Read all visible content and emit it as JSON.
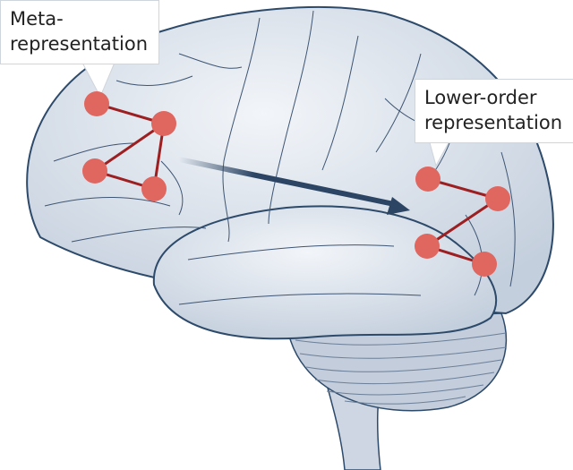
{
  "labels": {
    "meta": [
      "Meta-",
      "representation"
    ],
    "lower": [
      "Lower-order",
      "representation"
    ]
  },
  "colors": {
    "node": "#e06660",
    "edge": "#9c1f22",
    "arrow": "#2c4564",
    "outline": "#2d4a6a",
    "brain_fill": "#dde4ee"
  }
}
